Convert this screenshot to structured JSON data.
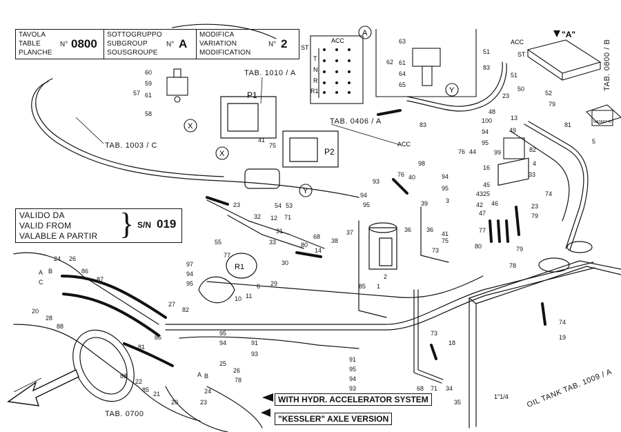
{
  "header": {
    "table_labels": [
      "TAVOLA",
      "TABLE",
      "PLANCHE"
    ],
    "table_no_prefix": "N°",
    "table_no": "0800",
    "subgroup_labels": [
      "SOTTOGRUPPO",
      "SUBGROUP",
      "SOUSGROUPE"
    ],
    "subgroup_no_prefix": "N°",
    "subgroup_no": "A",
    "modification_labels": [
      "MODIFICA",
      "VARIATION",
      "MODIFICATION"
    ],
    "modification_no_prefix": "N°",
    "modification_no": "2"
  },
  "valid_from": {
    "lines": [
      "VALIDO DA",
      "VALID FROM",
      "VALABLE A PARTIR"
    ],
    "sn_label": "S/N",
    "sn_value": "019"
  },
  "notes": {
    "accelerator": "WITH HYDR. ACCELERATOR SYSTEM",
    "axle": "\"KESSLER\" AXLE VERSION"
  },
  "references": {
    "tab_1010": "TAB. 1010 / A",
    "tab_1003": "TAB. 1003 / C",
    "tab_0406": "TAB. 0406 / A",
    "tab_0700": "TAB. 0700",
    "tab_0800b": "TAB. 0800 / B",
    "oil_tank": "OIL TANK TAB. 1009 / A"
  },
  "detail_markers": {
    "a": "A",
    "a_quoted": "\"A\"",
    "x": "X",
    "y": "Y"
  },
  "valve_positions": {
    "acc": "ACC",
    "st": "ST",
    "t": "T",
    "n": "N",
    "r": "R",
    "r1": "R1"
  },
  "pumps": {
    "p1": "P1",
    "p2": "P2",
    "r1": "R1"
  },
  "kit_label": "GASKET KIT",
  "fraction_label": "1\"1/4",
  "part_numbers": {
    "detail_x": [
      "60",
      "59",
      "57",
      "61",
      "58"
    ],
    "detail_y": [
      "63",
      "62",
      "61",
      "64",
      "65"
    ],
    "upper_right": [
      "51",
      "83",
      "51",
      "50",
      "23",
      "52",
      "79",
      "48",
      "13",
      "49",
      "82",
      "81",
      "5",
      "100",
      "94",
      "95",
      "99",
      "4",
      "33",
      "74",
      "23",
      "79",
      "76",
      "44",
      "16",
      "98",
      "94",
      "95",
      "45",
      "43",
      "42",
      "47",
      "25",
      "46",
      "77",
      "80",
      "75",
      "41",
      "40",
      "3",
      "39",
      "36",
      "36",
      "95",
      "94",
      "93",
      "83",
      "73",
      "78",
      "79",
      "76"
    ],
    "center": [
      "41",
      "75",
      "54",
      "53",
      "71",
      "68",
      "31",
      "32",
      "23",
      "12",
      "33",
      "80",
      "14",
      "38",
      "37",
      "55",
      "77",
      "30",
      "29",
      "1",
      "2",
      "85",
      "6",
      "11",
      "10",
      "97",
      "94",
      "95",
      "27",
      "82"
    ],
    "lower_left": [
      "A",
      "B",
      "C",
      "24",
      "26",
      "86",
      "87",
      "20",
      "28",
      "88",
      "81",
      "88",
      "22",
      "85",
      "21",
      "20",
      "23",
      "24",
      "A",
      "B",
      "78",
      "26",
      "25",
      "86"
    ],
    "lower_right": [
      "95",
      "94",
      "91",
      "93",
      "91",
      "95",
      "94",
      "93",
      "73",
      "18",
      "34",
      "35",
      "68",
      "71",
      "74",
      "19"
    ]
  }
}
